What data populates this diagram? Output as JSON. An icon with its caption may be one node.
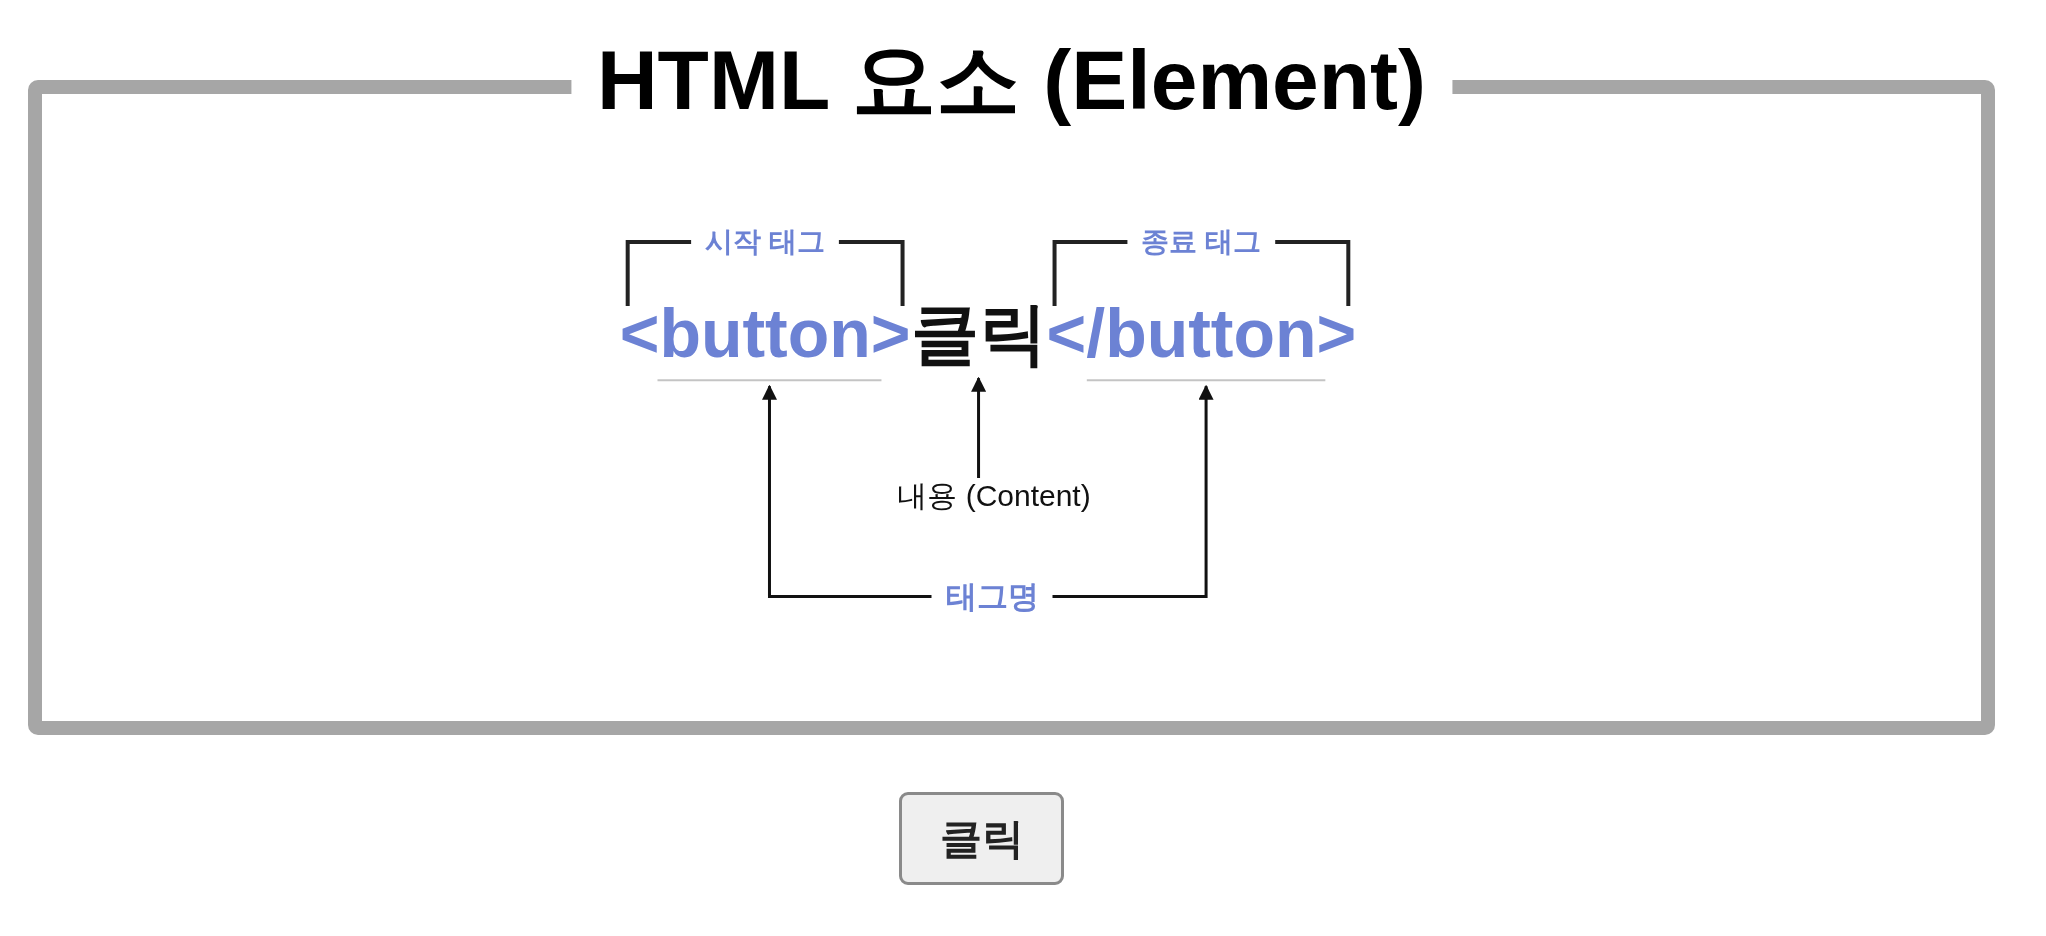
{
  "diagram": {
    "nodes": [
      {
        "text": [
          "HTML 요소 (Element)"
        ]
      },
      {
        "text": [
          "<button>"
        ],
        "in": 0
      },
      {
        "text": [
          "클릭"
        ],
        "in": 0
      },
      {
        "text": [
          "</button>"
        ],
        "in": 0
      },
      {
        "text": [
          "내용 (Content)"
        ],
        "in": 0
      },
      {
        "text": [
          "태그명"
        ],
        "in": 0
      },
      {
        "text": [
          "클릭"
        ]
      }
    ],
    "edges": [
      {
        "from": 4,
        "to": 2,
        "arrow": "to"
      },
      {
        "from": 5,
        "to": 1,
        "arrow": "to"
      },
      {
        "from": 5,
        "to": 3,
        "arrow": "to"
      }
    ],
    "labels": [
      "시작 태그",
      "종료 태그"
    ]
  }
}
